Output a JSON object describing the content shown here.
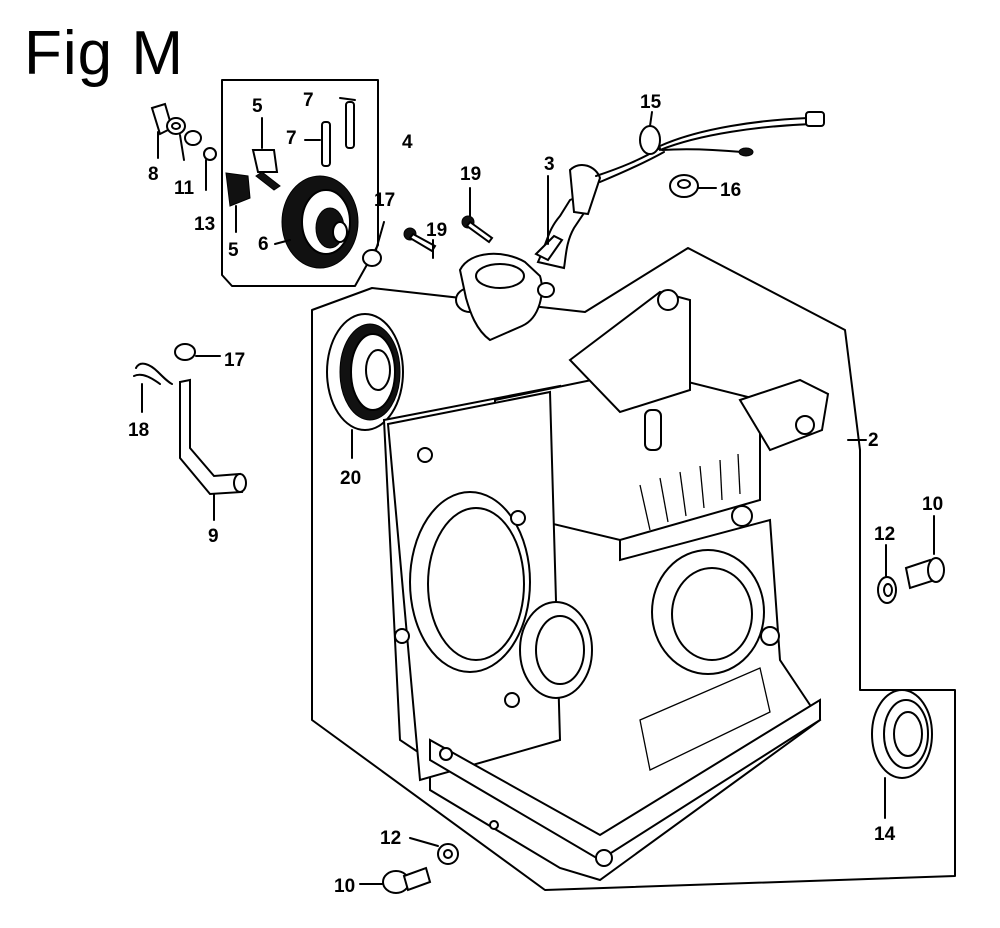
{
  "figure": {
    "title": "Fig M"
  },
  "callouts": [
    {
      "id": "c1",
      "text": "7"
    },
    {
      "id": "c2",
      "text": "5"
    },
    {
      "id": "c3",
      "text": "7"
    },
    {
      "id": "c4",
      "text": "4"
    },
    {
      "id": "c5",
      "text": "8"
    },
    {
      "id": "c6",
      "text": "11"
    },
    {
      "id": "c7",
      "text": "13"
    },
    {
      "id": "c8",
      "text": "5"
    },
    {
      "id": "c9",
      "text": "6"
    },
    {
      "id": "c10",
      "text": "17"
    },
    {
      "id": "c11",
      "text": "19"
    },
    {
      "id": "c12",
      "text": "19"
    },
    {
      "id": "c13",
      "text": "3"
    },
    {
      "id": "c14",
      "text": "15"
    },
    {
      "id": "c15",
      "text": "16"
    },
    {
      "id": "c16",
      "text": "17"
    },
    {
      "id": "c17",
      "text": "18"
    },
    {
      "id": "c18",
      "text": "9"
    },
    {
      "id": "c19",
      "text": "20"
    },
    {
      "id": "c20",
      "text": "2"
    },
    {
      "id": "c21",
      "text": "12"
    },
    {
      "id": "c22",
      "text": "10"
    },
    {
      "id": "c23",
      "text": "14"
    },
    {
      "id": "c24",
      "text": "12"
    },
    {
      "id": "c25",
      "text": "10"
    }
  ]
}
